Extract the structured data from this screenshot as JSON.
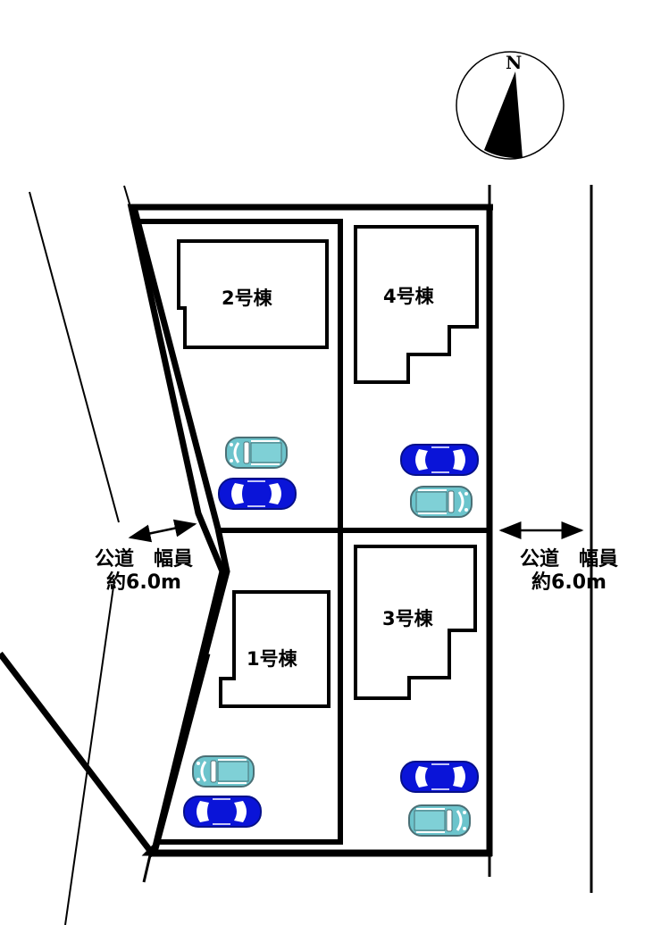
{
  "compass": {
    "label": "N",
    "icon": "north-arrow-icon"
  },
  "buildings": [
    {
      "id": 1,
      "label": "1号棟"
    },
    {
      "id": 2,
      "label": "2号棟"
    },
    {
      "id": 3,
      "label": "3号棟"
    },
    {
      "id": 4,
      "label": "4号棟"
    }
  ],
  "roads": {
    "left": {
      "line1": "公道　幅員",
      "line2": "約6.0m"
    },
    "right": {
      "line1": "公道　幅員",
      "line2": "約6.0m"
    }
  },
  "parking": {
    "car_colors": {
      "blue": "#0a14d8",
      "teal": "#6cc4cc",
      "teal_outline": "#4a6f75",
      "blue_outline": "#06108a"
    },
    "lots": [
      {
        "building": 2,
        "cars": [
          "teal",
          "blue"
        ]
      },
      {
        "building": 4,
        "cars": [
          "blue",
          "teal"
        ]
      },
      {
        "building": 1,
        "cars": [
          "teal",
          "blue"
        ]
      },
      {
        "building": 3,
        "cars": [
          "blue",
          "teal"
        ]
      }
    ]
  }
}
